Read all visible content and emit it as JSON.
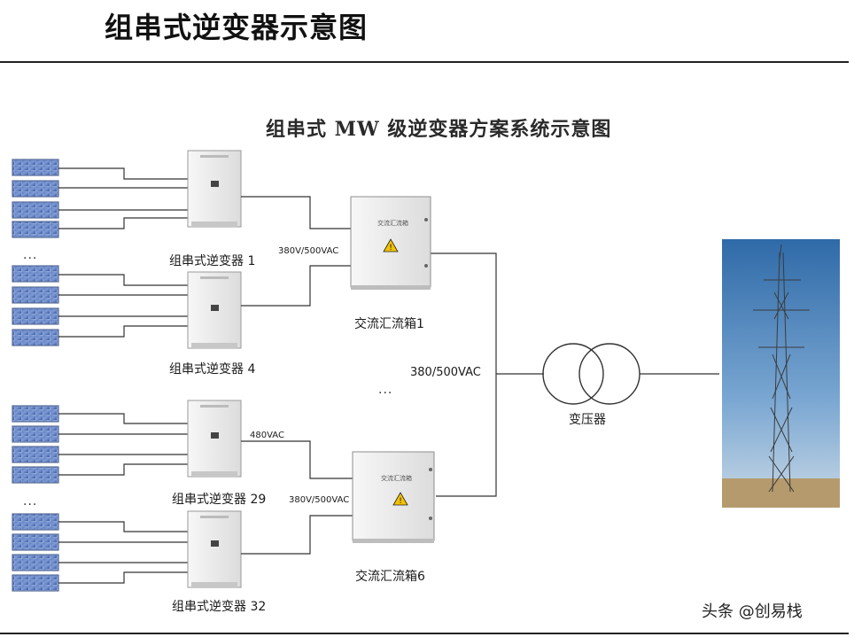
{
  "page": {
    "title": "组串式逆变器示意图",
    "watermark": "头条 @创易栈"
  },
  "diagram": {
    "title": "组串式 MW 级逆变器方案系统示意图",
    "inverters": [
      {
        "label": "组串式逆变器 1"
      },
      {
        "label": "组串式逆变器 4"
      },
      {
        "label": "组串式逆变器 29"
      },
      {
        "label": "组串式逆变器 32"
      }
    ],
    "combiner_boxes": [
      {
        "label": "交流汇流箱1",
        "plate": "交流汇流箱"
      },
      {
        "label": "交流汇流箱6",
        "plate": "交流汇流箱"
      }
    ],
    "voltages": {
      "inv_to_box_1": "380V/500VAC",
      "inv_to_box_2": "380V/500VAC",
      "inv_29_out": "480VAC",
      "box_to_transformer": "380/500VAC"
    },
    "transformer_label": "变压器",
    "ellipsis": "..."
  }
}
